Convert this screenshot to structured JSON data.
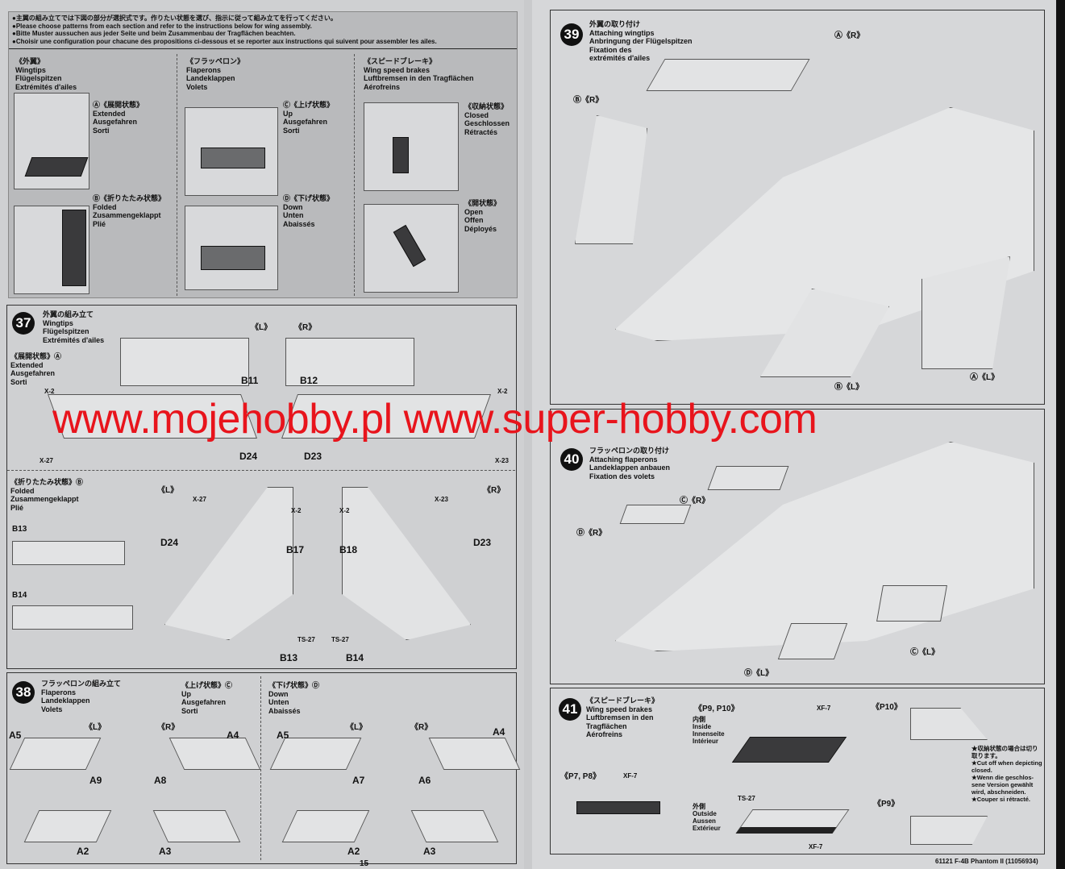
{
  "intro": {
    "notes": [
      "●主翼の組み立てでは下図の部分が選択式です。作りたい状態を選び、指示に従って組み立てを行ってください。",
      "●Please choose patterns from each section and refer to the instructions below for wing assembly.",
      "●Bitte Muster aussuchen aus jeder Seite und beim Zusammenbau der Tragflächen beachten.",
      "●Choisir une configuration pour chacune des propositions ci-dessous et se reporter aux instructions qui suivent pour assembler les ailes."
    ],
    "wingtips": {
      "title": "《外翼》",
      "lines": [
        "Wingtips",
        "Flügelspitzen",
        "Extrémités d'ailes"
      ],
      "a": [
        "Ⓐ《展開状態》",
        "Extended",
        "Ausgefahren",
        "Sorti"
      ],
      "b": [
        "Ⓑ《折りたたみ状態》",
        "Folded",
        "Zusammengeklappt",
        "Plié"
      ]
    },
    "flaperons": {
      "title": "《フラッペロン》",
      "lines": [
        "Flaperons",
        "Landeklappen",
        "Volets"
      ],
      "c": [
        "Ⓒ《上げ状態》",
        "Up",
        "Ausgefahren",
        "Sorti"
      ],
      "d": [
        "Ⓓ《下げ状態》",
        "Down",
        "Unten",
        "Abaissés"
      ]
    },
    "brakes": {
      "title": "《スピードブレーキ》",
      "lines": [
        "Wing speed brakes",
        "Luftbremsen in den Tragflächen",
        "Aérofreins"
      ],
      "closed": [
        "《収納状態》",
        "Closed",
        "Geschlossen",
        "Rétractés"
      ],
      "open": [
        "《開状態》",
        "Open",
        "Offen",
        "Déployés"
      ]
    }
  },
  "step37": {
    "num": "37",
    "lines": [
      "外翼の組み立て",
      "Wingtips",
      "Flügelspitzen",
      "Extrémités d'ailes"
    ],
    "a": [
      "《展開状態》Ⓐ",
      "Extended",
      "Ausgefahren",
      "Sorti"
    ],
    "b": [
      "《折りたたみ状態》Ⓑ",
      "Folded",
      "Zusammengeklappt",
      "Plié"
    ],
    "L": "《L》",
    "R": "《R》",
    "parts": [
      "B11",
      "B12",
      "D24",
      "D23",
      "B13",
      "B14",
      "B17",
      "B18",
      "D24",
      "D23",
      "B13",
      "B14"
    ],
    "paints": [
      "X-2",
      "X-2",
      "X-27",
      "X-23",
      "X-27",
      "X-2",
      "X-2",
      "X-23",
      "TS-27",
      "TS-27"
    ]
  },
  "step38": {
    "num": "38",
    "lines": [
      "フラッペロンの組み立て",
      "Flaperons",
      "Landeklappen",
      "Volets"
    ],
    "c": [
      "《上げ状態》Ⓒ",
      "Up",
      "Ausgefahren",
      "Sorti"
    ],
    "d": [
      "《下げ状態》Ⓓ",
      "Down",
      "Unten",
      "Abaissés"
    ],
    "L": "《L》",
    "R": "《R》",
    "parts": [
      "A5",
      "A9",
      "A2",
      "A8",
      "A4",
      "A3",
      "A5",
      "A7",
      "A2",
      "A6",
      "A4",
      "A3"
    ]
  },
  "step39": {
    "num": "39",
    "lines": [
      "外翼の取り付け",
      "Attaching wingtips",
      "Anbringung der Flügelspitzen",
      "Fixation des",
      "extrémités d'ailes"
    ],
    "labels": [
      "Ⓐ《R》",
      "Ⓑ《R》",
      "Ⓑ《L》",
      "Ⓐ《L》"
    ]
  },
  "step40": {
    "num": "40",
    "lines": [
      "フラッペロンの取り付け",
      "Attaching flaperons",
      "Landeklappen anbauen",
      "Fixation des volets"
    ],
    "labels": [
      "Ⓒ《R》",
      "Ⓓ《R》",
      "Ⓒ《L》",
      "Ⓓ《L》"
    ]
  },
  "step41": {
    "num": "41",
    "lines": [
      "《スピードブレーキ》",
      "Wing speed brakes",
      "Luftbremsen in den",
      "Tragflächen",
      "Aérofreins"
    ],
    "p78": "《P7, P8》",
    "p910": "《P9, P10》",
    "p10": "《P10》",
    "p9": "《P9》",
    "inside": [
      "内側",
      "Inside",
      "Innenseite",
      "Intérieur"
    ],
    "outside": [
      "外側",
      "Outside",
      "Aussen",
      "Extérieur"
    ],
    "paints": [
      "XF-7",
      "XF-7",
      "TS-27",
      "XF-7"
    ],
    "note": [
      "★収納状態の場合は切り",
      "取ります。",
      "★Cut off when depicting",
      "closed.",
      "★Wenn die geschlos-",
      "sene Version gewählt",
      "wird, abschneiden.",
      "★Couper si rétracté."
    ]
  },
  "footer": {
    "page": "15",
    "product": "61121  F-4B Phantom II (11056934)"
  },
  "watermark": "www.mojehobby.pl www.super-hobby.com"
}
